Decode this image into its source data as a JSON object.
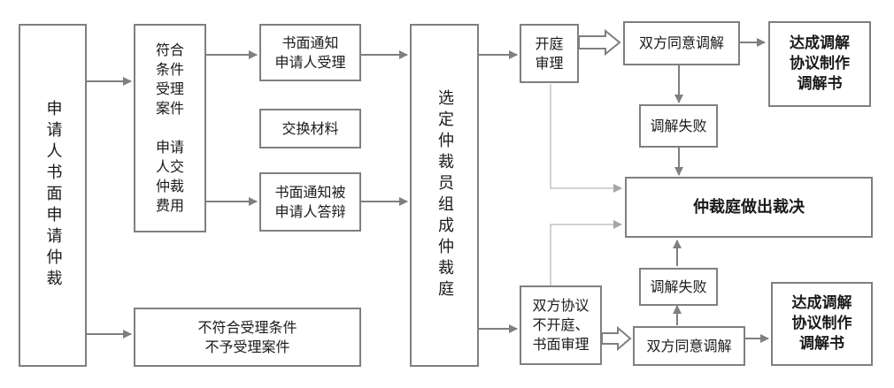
{
  "nodes": {
    "applicant": "申请人书面申请仲裁",
    "eligible": "符合\n条件\n受理\n案件\n\n申请\n人交\n仲裁\n费用",
    "notify_applicant": "书面通知\n申请人受理",
    "exchange": "交换材料",
    "notify_respondent": "书面通知被\n申请人答辩",
    "select_arbitrator": "选定仲裁员组成仲裁庭",
    "hearing": "开庭\n审理",
    "agree_top": "双方同意调解",
    "agreement_top": "达成调解\n协议制作\n调解书",
    "fail_top": "调解失败",
    "award": "仲裁庭做出裁决",
    "no_hearing": "双方协议\n不开庭、\n书面审理",
    "agree_bottom": "双方同意调解",
    "fail_bottom": "调解失败",
    "agreement_bottom": "达成调解\n协议制作\n调解书",
    "rejected": "不符合受理条件\n不予受理案件"
  }
}
